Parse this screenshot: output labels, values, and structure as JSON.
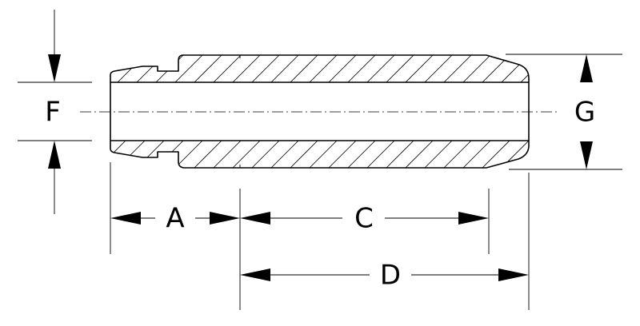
{
  "diagram": {
    "labels": {
      "A": "A",
      "C": "C",
      "D": "D",
      "F": "F",
      "G": "G"
    },
    "colors": {
      "line": "#000000",
      "background": "#ffffff"
    }
  }
}
